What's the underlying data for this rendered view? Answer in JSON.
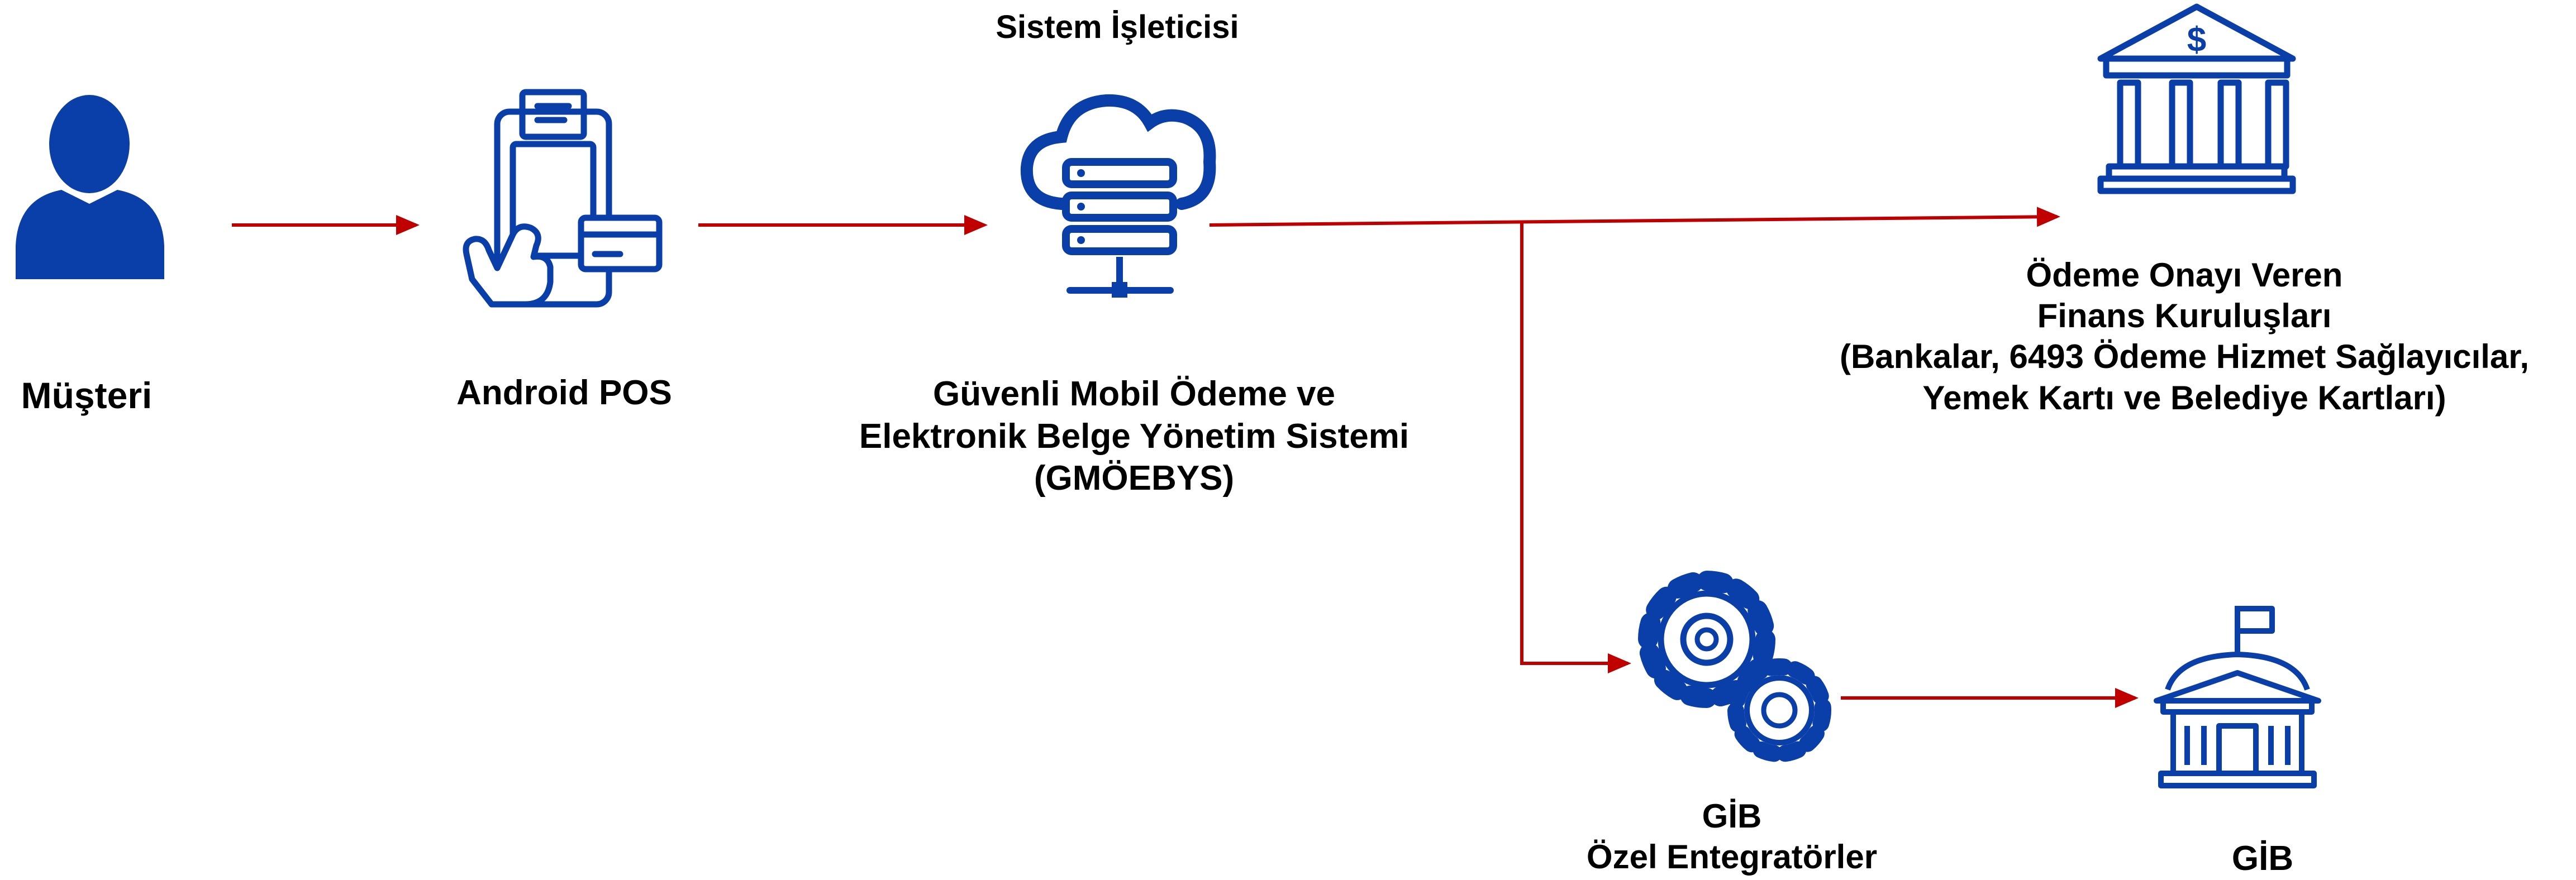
{
  "operator_title": "Sistem İşleticisi",
  "nodes": {
    "customer": {
      "icon": "user-icon",
      "label": "Müşteri"
    },
    "pos": {
      "icon": "android-pos-icon",
      "label": "Android POS"
    },
    "gmoebys": {
      "icon": "cloud-server-icon",
      "lines": [
        "Güvenli Mobil Ödeme ve",
        "Elektronik Belge Yönetim Sistemi",
        "(GMÖEBYS)"
      ]
    },
    "finance": {
      "icon": "bank-icon",
      "lines": [
        "Ödeme Onayı Veren",
        "Finans Kuruluşları",
        "(Bankalar, 6493 Ödeme Hizmet Sağlayıcılar,",
        "Yemek Kartı ve Belediye Kartları)"
      ]
    },
    "integrators": {
      "icon": "gears-icon",
      "lines": [
        "GİB",
        "Özel Entegratörler"
      ]
    },
    "gib": {
      "icon": "government-building-icon",
      "label": "GİB"
    }
  },
  "colors": {
    "icon": "#0a3ea8",
    "arrow": "#c00000",
    "text": "#000000"
  }
}
